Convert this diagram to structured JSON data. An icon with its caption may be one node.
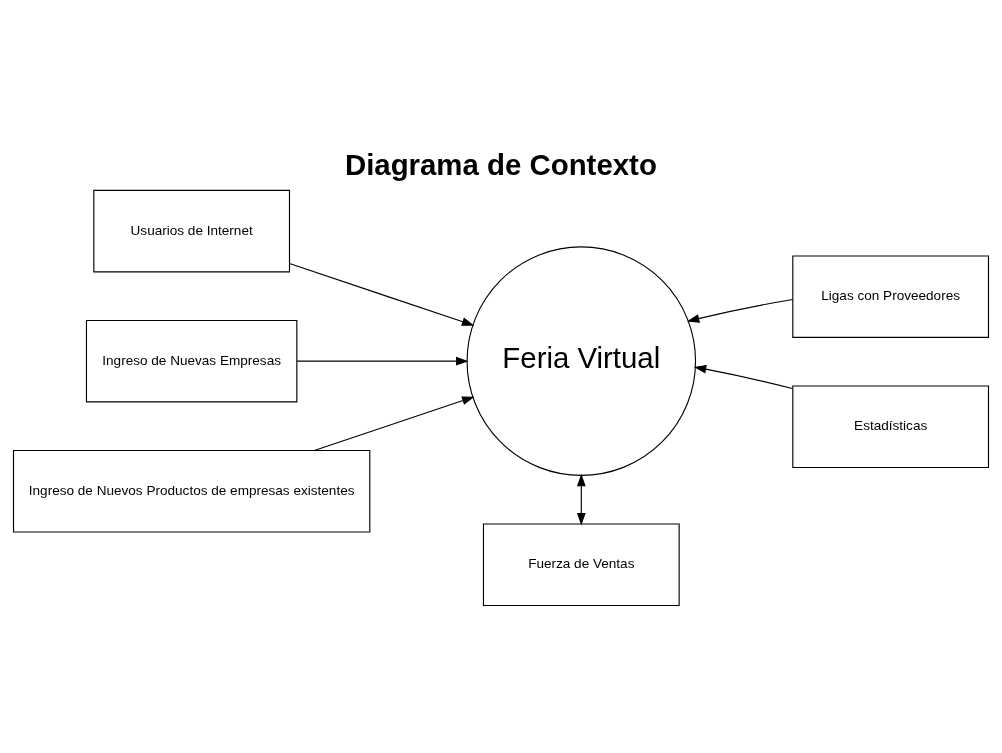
{
  "diagram": {
    "title": "Diagrama de Contexto",
    "nodes": [
      {
        "text": [
          "Usuarios de Internet"
        ]
      },
      {
        "text": [
          "Ligas con Proveedores"
        ]
      },
      {
        "text": [
          "Feria Virtual"
        ]
      },
      {
        "text": [
          "Ingreso de Nuevas Empresas"
        ]
      },
      {
        "text": [
          "Ingreso de Nuevos Productos de empresas existentes"
        ]
      },
      {
        "text": [
          "Estadísticas"
        ]
      },
      {
        "text": [
          "Fuerza de Ventas"
        ]
      }
    ],
    "edges": [
      {
        "from": 0,
        "to": 2,
        "arrow": "to"
      },
      {
        "from": 1,
        "to": 2,
        "arrow": "to"
      },
      {
        "from": 3,
        "to": 2,
        "arrow": "to"
      },
      {
        "from": 4,
        "to": 2,
        "arrow": "to"
      },
      {
        "from": 5,
        "to": 2,
        "arrow": "to"
      },
      {
        "from": 6,
        "to": 2,
        "arrow": "both"
      }
    ]
  }
}
